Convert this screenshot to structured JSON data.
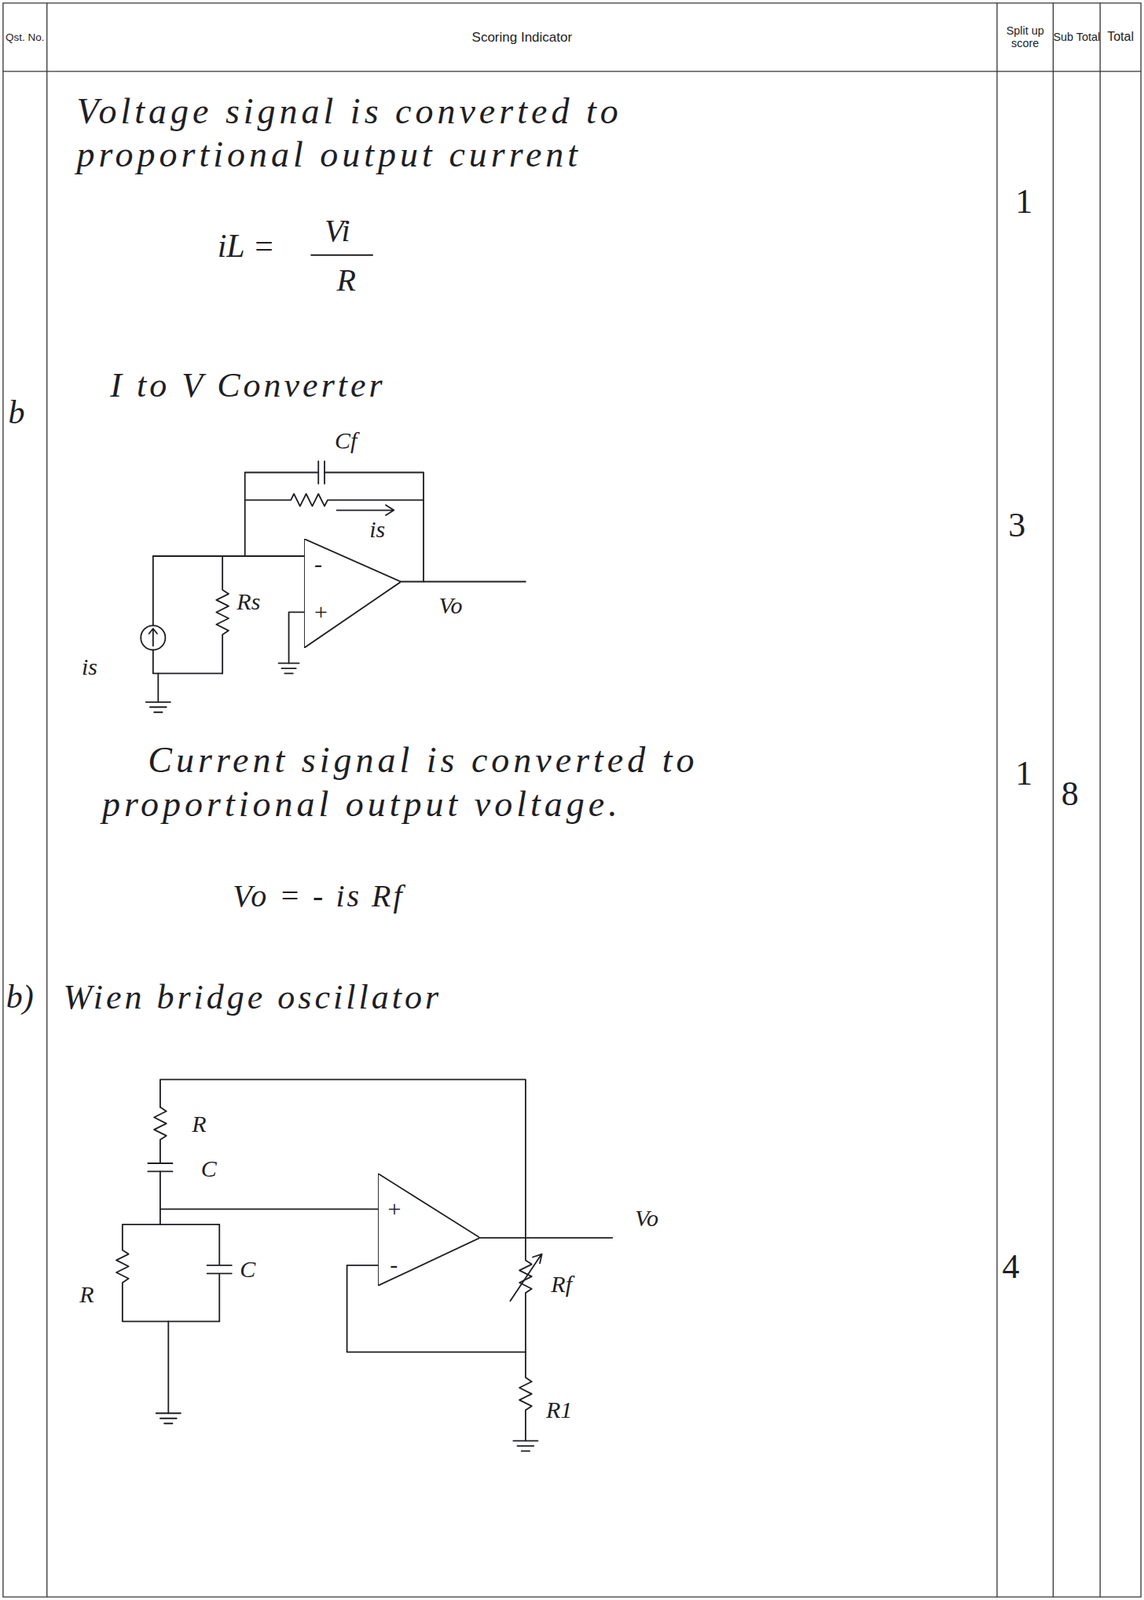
{
  "diagram": {
    "nodes": [
      {
        "text": [
          "Qst. No."
        ]
      },
      {
        "text": [
          "Scoring Indicator"
        ]
      },
      {
        "text": [
          "Split up score"
        ]
      },
      {
        "text": [
          "Sub Total"
        ]
      },
      {
        "text": [
          "Total"
        ]
      },
      {
        "text": [
          "-",
          "+"
        ]
      },
      {
        "text": [
          "+",
          "-"
        ]
      }
    ],
    "labels": [
      "Voltage signal is converted to proportional output current",
      "iL =",
      "Vi",
      "R",
      "1",
      "b",
      "I to V Converter",
      "Cf",
      "is",
      "Rs",
      "Vo",
      "is",
      "3",
      "Current signal is converted to proportional output voltage.",
      "Vo = - is Rf",
      "1",
      "8",
      "b)",
      "Wien bridge oscillator",
      "R",
      "C",
      "C",
      "R",
      "Vo",
      "Rf",
      "R1",
      "4"
    ]
  }
}
